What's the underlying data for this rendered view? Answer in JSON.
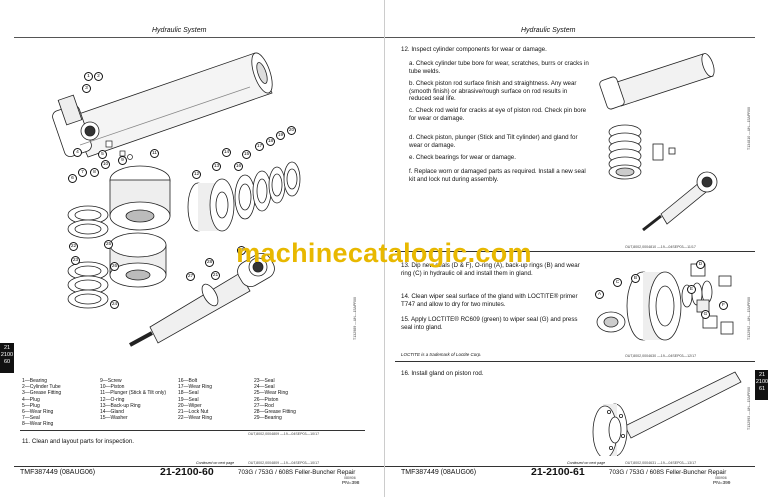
{
  "left": {
    "header": "Hydraulic System",
    "tab": [
      "21",
      "2100",
      "60"
    ],
    "legend": [
      [
        "1—Bearing",
        "9—Screw",
        "16—Bolt",
        "23—Seal"
      ],
      [
        "2—Cylinder Tube",
        "10—Piston",
        "17—Wear Ring",
        "24—Seal"
      ],
      [
        "3—Grease Fitting",
        "11—Plunger (Stick & Tilt only)",
        "18—Seal",
        "25—Wear Ring"
      ],
      [
        "4—Plug",
        "12—O-ring",
        "19—Seal",
        "26—Piston"
      ],
      [
        "5—Plug",
        "13—Back-up Ring",
        "20—Wiper",
        "27—Rod"
      ],
      [
        "6—Wear Ring",
        "14—Gland",
        "21—Lock Nut",
        "28—Grease Fitting"
      ],
      [
        "7—Seal",
        "15—Washer",
        "22—Wear Ring",
        "29—Bearing"
      ],
      [
        "8—Wear Ring",
        "",
        "",
        ""
      ]
    ],
    "step11": "11.  Clean and layout parts for inspection.",
    "image_ref": "T132989  —UN—15APR00",
    "code_ref": "OUT,8002,0004809     —19—04SEP03—10/17",
    "continued": "Continued on next page",
    "doc": "TMF387449 (08AUG06)",
    "page_num": "21-2100-60",
    "title": "703G / 753G / 608S Feller-Buncher Repair",
    "sub": "080906",
    "pn": "PN=398",
    "callouts": [
      "1",
      "2",
      "3",
      "4",
      "5",
      "6",
      "7",
      "8",
      "9",
      "10",
      "11",
      "12",
      "13",
      "14",
      "15",
      "16",
      "17",
      "18",
      "19",
      "20",
      "21",
      "22",
      "23",
      "24",
      "25",
      "26",
      "27",
      "28",
      "29"
    ]
  },
  "right": {
    "header": "Hydraulic System",
    "tab": [
      "21",
      "2100",
      "61"
    ],
    "step12": "12.  Inspect cylinder components for wear or damage.",
    "substeps": [
      "a.  Check cylinder tube bore for wear, scratches, burrs or cracks in tube welds.",
      "b.  Check piston rod surface finish and straightness. Any wear (smooth finish) or abrasive/rough surface on rod results in reduced seal life.",
      "c.  Check rod weld for cracks at eye of piston rod. Check pin bore for wear or damage.",
      "d.  Check piston, plunger (Stick and Tilt cylinder) and gland for wear or damage.",
      "e.  Check bearings for wear or damage.",
      "f.   Replace worn or damaged parts as required. Install a new seal kit and lock nut during assembly."
    ],
    "image_ref1": "T134810  —UN—15APR00",
    "code_ref1": "OUT,8002,0004810     —19—04SEP03—11/17",
    "step13": "13.  Dip new seals (D & F), O-ring (A), back-up rings (B) and wear ring (C) in hydraulic oil and install them in gland.",
    "step14": "14.  Clean wiper seal surface of the gland with LOCTITE® primer T747 and allow to dry for two minutes.",
    "step15": "15.  Apply LOCTITE® RC609 (green) to wiper seal (G) and press seal into gland.",
    "trademark": "LOCTITE is a trademark of Loctite Corp.",
    "image_ref2": "T132992  —UN—15APR00",
    "code_ref2": "OUT,8002,0004630     —19—04SEP03—12/17",
    "gland_letters": [
      "A",
      "B",
      "C",
      "D",
      "E",
      "F",
      "G"
    ],
    "step16": "16.  Install gland on piston rod.",
    "image_ref3": "T132993  —UN—15APR00",
    "continued": "Continued on next page",
    "code_ref3": "OUT,8002,0004631     —19—04SEP03—13/17",
    "doc": "TMF387449 (08AUG06)",
    "page_num": "21-2100-61",
    "title": "703G / 753G / 608S Feller-Buncher Repair",
    "sub": "080906",
    "pn": "PN=399"
  },
  "watermark": "machinecatalogic.com"
}
